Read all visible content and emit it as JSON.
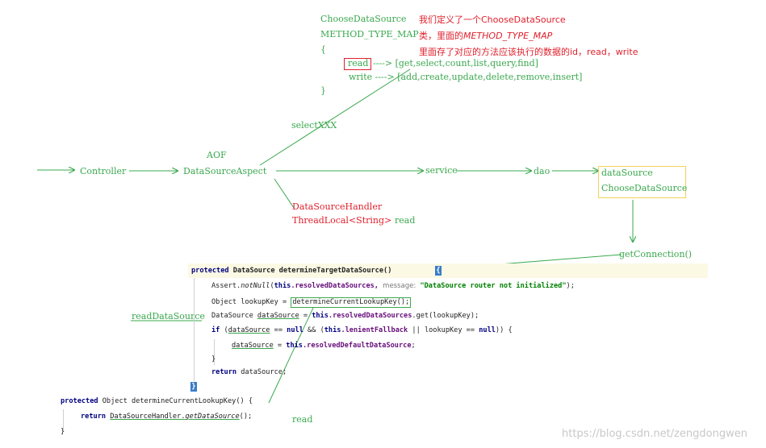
{
  "top": {
    "choose_ds": "ChooseDataSource",
    "method_map": "METHOD_TYPE_MAP",
    "open_brace": "{",
    "read_key": "read",
    "read_arrow": "----> [get,select,count,list,query,find]",
    "write_line": "write ----> [add,create,update,delete,remove,insert]",
    "close_brace": "}"
  },
  "note": {
    "line1": "我们定义了一个ChooseDataSource",
    "line2_prefix": "类，里面的",
    "line2_italic": "METHOD_TYPE_MAP",
    "line3": "里面存了对应的方法应该执行的数据的id，read，write"
  },
  "flow": {
    "select_xxx": "selectXXX",
    "aop": "AOF",
    "controller": "Controller",
    "aspect": "DataSourceAspect",
    "service": "service",
    "dao": "dao",
    "datasource": "dataSource",
    "choose_ds": "ChooseDataSource",
    "handler": "DataSourceHandler",
    "thread_local": "ThreadLocal<String>",
    "read": "read",
    "get_connection": "getConnection()",
    "read_datasource": "readDataSource",
    "read_bottom": "read"
  },
  "code": {
    "l1_kw": "protected",
    "l1_rest": "DataSource determineTargetDataSource()",
    "l1_brace": "{",
    "l2_a": "Assert.",
    "l2_b": "notNull",
    "l2_c": "(",
    "l2_this": "this",
    "l2_field": ".resolvedDataSources,",
    "l2_hint": "message:",
    "l2_str": "\"DataSource router not initialized\"",
    "l2_end": ");",
    "l3_a": "Object lookupKey = ",
    "l3_call": "determineCurrentLookupKey();",
    "l4_a": "DataSource ",
    "l4_var": "dataSource",
    "l4_b": " = ",
    "l4_this": "this",
    "l4_field": ".resolvedDataSources",
    "l4_c": ".get(lookupKey);",
    "l5_if": "if",
    "l5_a": " (",
    "l5_var": "dataSource",
    "l5_b": " == ",
    "l5_null": "null",
    "l5_c": " && (",
    "l5_this": "this",
    "l5_field": ".lenientFallback",
    "l5_d": " || lookupKey == ",
    "l5_null2": "null",
    "l5_e": ")) {",
    "l6_var": "dataSource",
    "l6_a": " = ",
    "l6_this": "this",
    "l6_field": ".resolvedDefaultDataSource",
    "l6_end": ";",
    "l7": "}",
    "l8_kw": "return",
    "l8_rest": " dataSource;",
    "l9": "}",
    "m_kw": "protected",
    "m_rest": " Object determineCurrentLookupKey() {",
    "m_ret": "return",
    "m_call_a": "DataSourceHandler.",
    "m_call_b": "getDataSource",
    "m_call_c": "();",
    "m_end": "}"
  },
  "watermark": "https://blog.csdn.net/zengdongwen",
  "colors": {
    "green": "#3aa84e",
    "red": "#e0202c",
    "yellow_box": "#f3d25a"
  }
}
